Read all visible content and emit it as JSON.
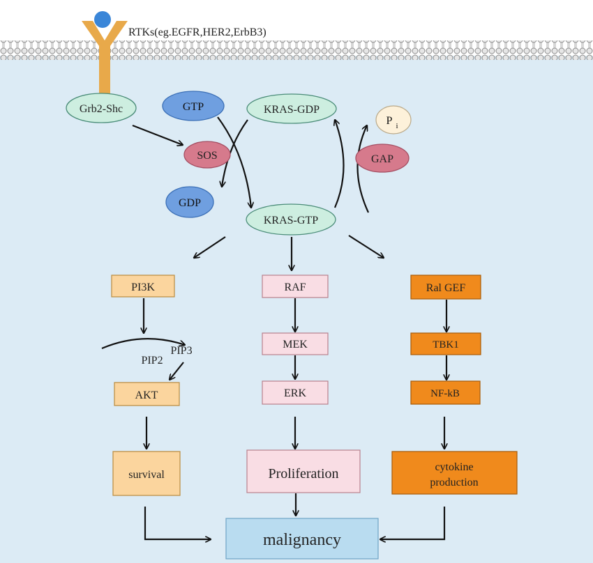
{
  "receptor": {
    "label": "RTKs(eg.EGFR,HER2,ErbB3)"
  },
  "nodes": {
    "grb2": "Grb2-Shc",
    "gtp": "GTP",
    "sos": "SOS",
    "gdp": "GDP",
    "kras_gdp": "KRAS-GDP",
    "kras_gtp": "KRAS-GTP",
    "pi": "P",
    "pi_sub": "i",
    "gap": "GAP"
  },
  "pathways": {
    "left": {
      "top": "PI3K",
      "pip2": "PIP2",
      "pip3": "PIP3",
      "bottom": "AKT",
      "outcome": "survival"
    },
    "middle": {
      "top": "RAF",
      "mid": "MEK",
      "bottom": "ERK",
      "outcome": "Proliferation"
    },
    "right": {
      "top": "Ral GEF",
      "mid": "TBK1",
      "bottom": "NF-kB",
      "outcome_line1": "cytokine",
      "outcome_line2": "production"
    }
  },
  "final": "malignancy",
  "colors": {
    "cell_bg": "#dcebf5",
    "receptor": "#e8a94a",
    "ligand": "#3a86d8",
    "membrane": "#c9c9c9",
    "green_oval": "#cdeee0",
    "blue_oval": "#6f9fe0",
    "pink_oval": "#d67a8c",
    "pi_oval": "#fdf1da",
    "pi3k_box": "#fbd59e",
    "raf_box": "#f9dde4",
    "ral_box": "#f08a1c",
    "malignancy_box": "#b9dcf0"
  }
}
